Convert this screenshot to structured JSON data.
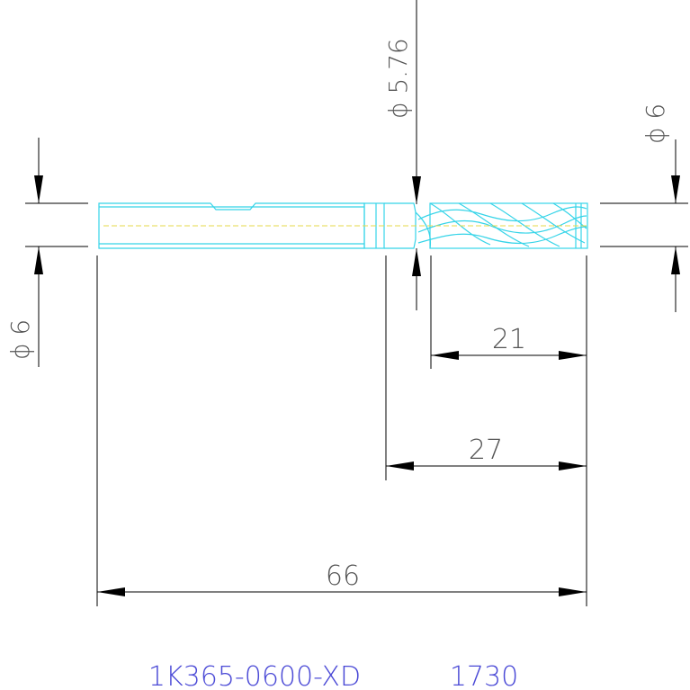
{
  "drawing": {
    "part_number": "1K365-0600-XD",
    "code": "1730",
    "dimensions": {
      "flute_diameter": "ϕ 5.76",
      "tip_diameter": "ϕ 6",
      "shank_diameter": "ϕ 6",
      "flute_length": "21",
      "cut_length": "27",
      "overall_length": "66"
    },
    "colors": {
      "tool_outline": "#35d4e8",
      "centerline": "#e6d84a",
      "dimension_lines": "#000000",
      "dimension_text": "#555555",
      "title_text": "#4a49d6"
    }
  }
}
